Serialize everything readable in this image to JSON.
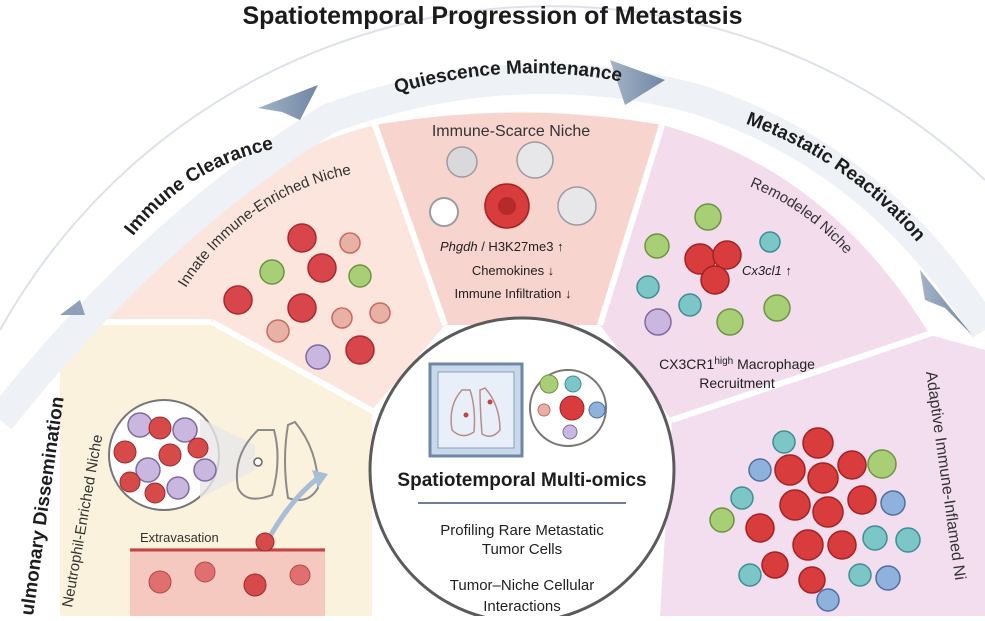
{
  "title": "Spatiotemporal Progression of Metastasis",
  "stages": {
    "pulmonary_dissemination": "ulmonary Dissemination",
    "immune_clearance": "Immune Clearance",
    "quiescence_maintenance": "Quiescence Maintenance",
    "metastatic_reactivation": "Metastatic Reactivation"
  },
  "niches": {
    "neutrophil": "Neutrophil-Enriched Niche",
    "innate": "Innate Immune-Enriched Niche",
    "immune_scarce": "Immune-Scarce Niche",
    "remodeled": "Remodeled Niche",
    "adaptive": "Adaptive Immune-Inflamed Ni"
  },
  "labels": {
    "extravasation": "Extravasation",
    "phgdh": "Phgdh",
    "h3k27": " / H3K27me3 ↑",
    "chemokines": "Chemokines ↓",
    "infiltration": "Immune Infiltration ↓",
    "cx3cl1": "Cx3cl1 ↑",
    "cx3cr1": "CX3CR1",
    "cx3cr1_sup": "high",
    "macrophage": " Macrophage",
    "recruitment": "Recruitment"
  },
  "center": {
    "title": "Spatiotemporal Multi-omics",
    "line1": "Profiling Rare Metastatic",
    "line2": "Tumor Cells",
    "line3": "Tumor–Niche Cellular",
    "line4": "Interactions"
  },
  "colors": {
    "tumor": "#d83c3c",
    "neutrophil": "#b9a6d2",
    "macrophage": "#9fc46a",
    "tcell": "#7cc6c8",
    "dendritic": "#8fb2dc",
    "arrow": "#8ea0b8"
  }
}
